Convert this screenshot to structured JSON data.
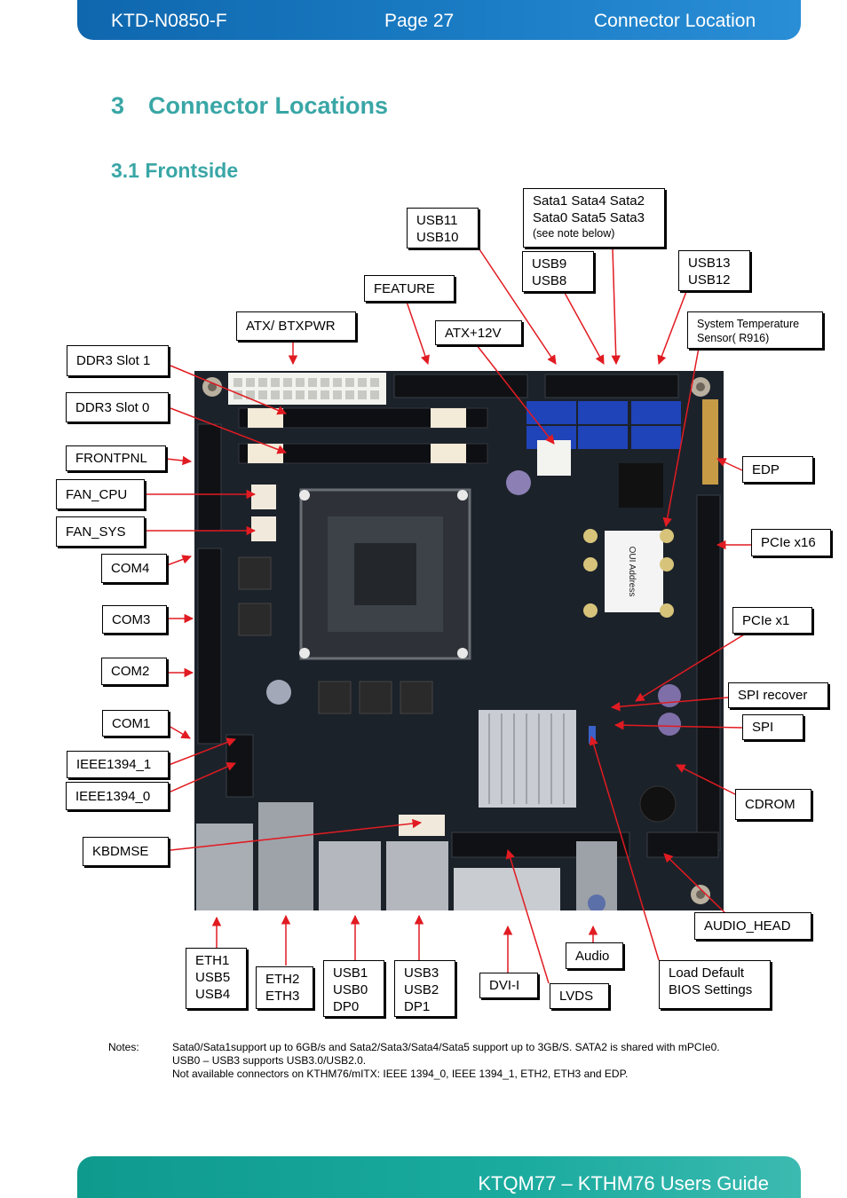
{
  "header": {
    "left": "KTD-N0850-F",
    "center": "Page 27",
    "right": "Connector Location"
  },
  "footer": {
    "title": "KTQM77 – KTHM76 Users Guide"
  },
  "section": {
    "number": "3",
    "title": "Connector Locations"
  },
  "subsection": {
    "title": "3.1  Frontside"
  },
  "labels": {
    "usb11_10": "USB11\nUSB10",
    "sata": "Sata1 Sata4 Sata2\nSata0 Sata5 Sata3",
    "sata_note": "(see note below)",
    "usb9_8": "USB9\nUSB8",
    "usb13_12": "USB13\nUSB12",
    "feature": "FEATURE",
    "atx_btxpwr": "ATX/ BTXPWR",
    "atx12v": "ATX+12V",
    "temp_sensor": "System Temperature\nSensor( R916)",
    "ddr3_1": "DDR3 Slot 1",
    "ddr3_0": "DDR3 Slot 0",
    "frontpnl": "FRONTPNL",
    "fan_cpu": "FAN_CPU",
    "fan_sys": "FAN_SYS",
    "com4": "COM4",
    "com3": "COM3",
    "com2": "COM2",
    "com1": "COM1",
    "ieee1394_1": "IEEE1394_1",
    "ieee1394_0": "IEEE1394_0",
    "kbdmse": "KBDMSE",
    "edp": "EDP",
    "pcie_x16": "PCIe x16",
    "pcie_x1": "PCIe x1",
    "spi_recover": "SPI recover",
    "spi": "SPI",
    "cdrom": "CDROM",
    "audio_head": "AUDIO_HEAD",
    "eth1": "ETH1\nUSB5\nUSB4",
    "eth2": "ETH2\nETH3",
    "usb1": "USB1\nUSB0\nDP0",
    "usb3": "USB3\nUSB2\nDP1",
    "dvi": "DVI-I",
    "audio": "Audio",
    "lvds": "LVDS",
    "load_default": "Load Default\nBIOS Settings"
  },
  "notes": {
    "key": "Notes:",
    "line1": "Sata0/Sata1support up to 6GB/s and Sata2/Sata3/Sata4/Sata5 support up to 3GB/S. SATA2 is shared with mPCIe0.",
    "line2": "USB0 – USB3 supports USB3.0/USB2.0.",
    "line3": "Not available connectors on KTHM76/mITX: IEEE 1394_0, IEEE 1394_1, ETH2, ETH3 and EDP."
  },
  "board_text": {
    "mac": "OUI Address"
  },
  "colors": {
    "header": "#1a7cc4",
    "footer": "#1aaa9e",
    "heading": "#3aa6a6",
    "arrow": "#e11b22"
  }
}
